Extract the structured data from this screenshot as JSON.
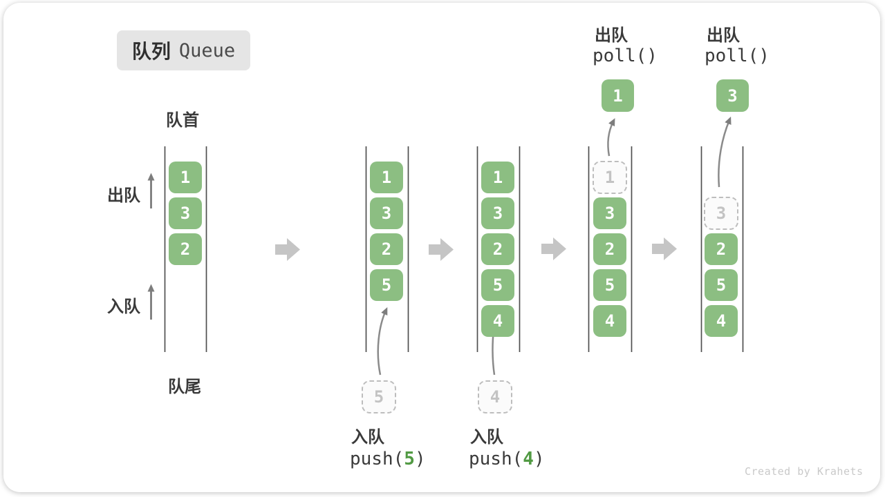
{
  "title": {
    "zh": "队列",
    "en": "Queue"
  },
  "labels": {
    "front": "队首",
    "rear": "队尾",
    "dequeue_side": "出队",
    "enqueue_side": "入队"
  },
  "watermark": "Created by Krahets",
  "colors": {
    "box_green": "#8cbe82",
    "code_green": "#519a43",
    "container_line": "#4f4f4f",
    "step_arrow_gray": "#c5c5c5",
    "curve_arrow_gray": "#8a8a8a"
  },
  "columns": [
    {
      "slots": [
        {
          "v": "1"
        },
        {
          "v": "3"
        },
        {
          "v": "2"
        }
      ]
    },
    {
      "slots": [
        {
          "v": "1"
        },
        {
          "v": "3"
        },
        {
          "v": "2"
        },
        {
          "v": "5"
        }
      ],
      "incoming": "5",
      "caption_op": "入队",
      "caption_code_pre": "push(",
      "caption_arg": "5",
      "caption_code_post": ")"
    },
    {
      "slots": [
        {
          "v": "1"
        },
        {
          "v": "3"
        },
        {
          "v": "2"
        },
        {
          "v": "5"
        },
        {
          "v": "4"
        }
      ],
      "incoming": "4",
      "caption_op": "入队",
      "caption_code_pre": "push(",
      "caption_arg": "4",
      "caption_code_post": ")"
    },
    {
      "slots": [
        {
          "v": "1",
          "dashed": true
        },
        {
          "v": "3"
        },
        {
          "v": "2"
        },
        {
          "v": "5"
        },
        {
          "v": "4"
        }
      ],
      "outgoing": "1",
      "caption_op": "出队",
      "caption_code": "poll()"
    },
    {
      "slots": [
        {
          "v": "3",
          "dashed": true
        },
        {
          "v": "2"
        },
        {
          "v": "5"
        },
        {
          "v": "4"
        }
      ],
      "outgoing": "3",
      "caption_op": "出队",
      "caption_code": "poll()"
    }
  ]
}
